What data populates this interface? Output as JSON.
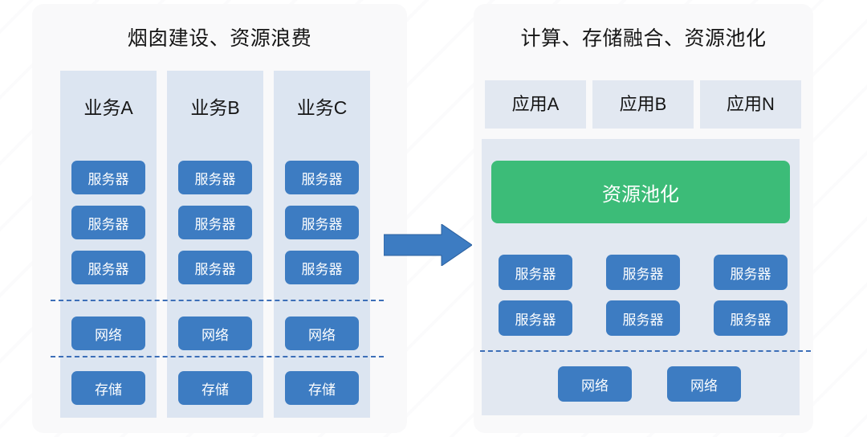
{
  "left_panel": {
    "title": "烟囱建设、资源浪费",
    "columns": [
      {
        "head": "业务A",
        "servers": [
          "服务器",
          "服务器",
          "服务器"
        ],
        "network": "网络",
        "storage": "存储"
      },
      {
        "head": "业务B",
        "servers": [
          "服务器",
          "服务器",
          "服务器"
        ],
        "network": "网络",
        "storage": "存储"
      },
      {
        "head": "业务C",
        "servers": [
          "服务器",
          "服务器",
          "服务器"
        ],
        "network": "网络",
        "storage": "存储"
      }
    ]
  },
  "right_panel": {
    "title": "计算、存储融合、资源池化",
    "apps": [
      "应用A",
      "应用B",
      "应用N"
    ],
    "pool_label": "资源池化",
    "servers": [
      [
        "服务器",
        "服务器",
        "服务器"
      ],
      [
        "服务器",
        "服务器",
        "服务器"
      ]
    ],
    "networks": [
      "网络",
      "网络"
    ]
  },
  "arrow": {
    "name": "transition-arrow-right",
    "direction": "right"
  },
  "colors": {
    "panel_bg": "#f9f9fa",
    "group_bg": "#dce5f1",
    "app_bg": "#e2e8f1",
    "chip_blue": "#3d7cc2",
    "pool_green": "#3cbc78",
    "dash_blue": "#3d6fb8",
    "arrow_blue": "#3d7cc2",
    "title_text": "#161616"
  }
}
